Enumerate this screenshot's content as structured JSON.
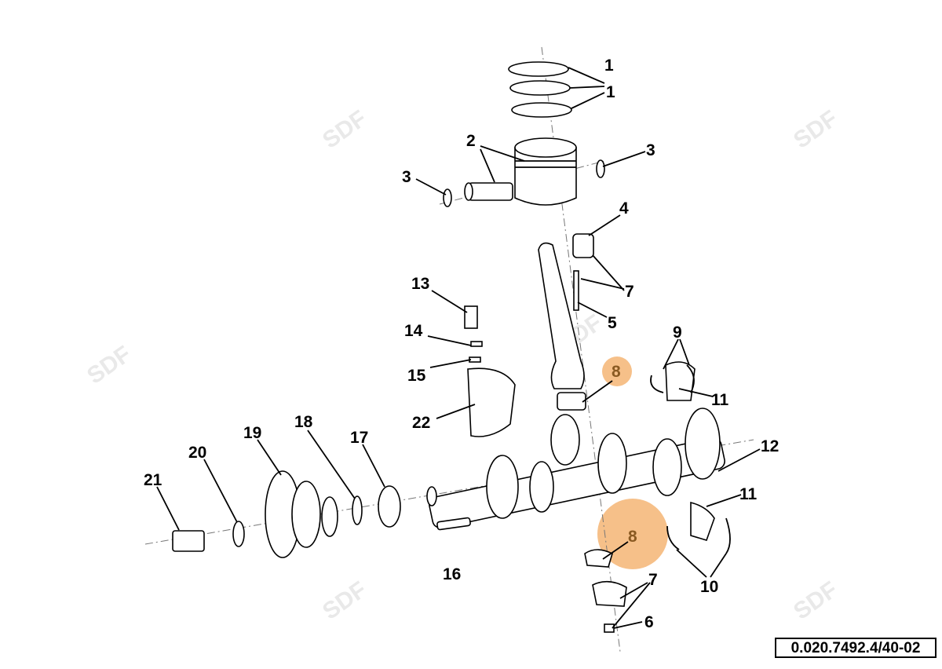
{
  "document_ref": "0.020.7492.4/40-02",
  "watermark": "SDF",
  "highlight_color": "#f5b574",
  "callouts": [
    "1",
    "1",
    "2",
    "3",
    "3",
    "4",
    "7",
    "5",
    "13",
    "14",
    "15",
    "8",
    "9",
    "11",
    "22",
    "12",
    "18",
    "17",
    "19",
    "20",
    "21",
    "11",
    "8",
    "16",
    "10",
    "7",
    "6"
  ]
}
